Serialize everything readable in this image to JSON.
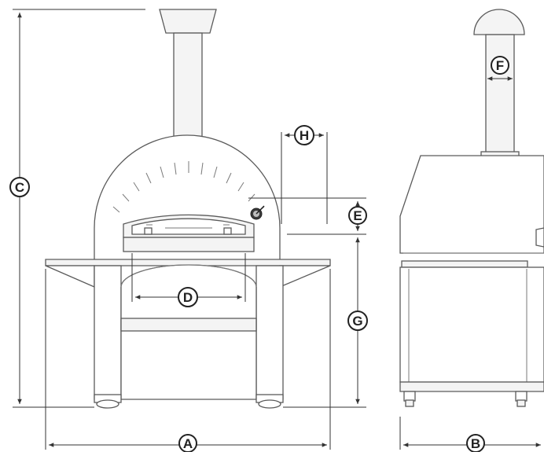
{
  "labels": {
    "a": "A",
    "b": "B",
    "c": "C",
    "d": "D",
    "e": "E",
    "f": "F",
    "g": "G",
    "h": "H"
  },
  "colors": {
    "line": "#5a5a5a",
    "dimension": "#333333",
    "callout": "#222222"
  }
}
